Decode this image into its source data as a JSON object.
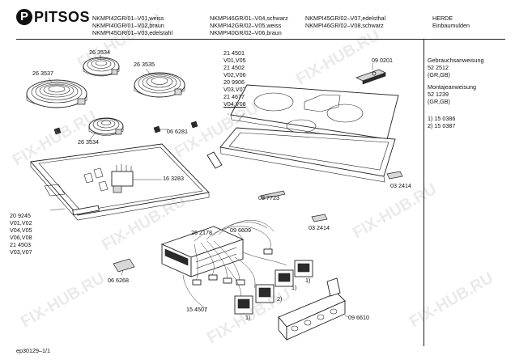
{
  "brand": {
    "name": "PITSOS",
    "mark": "P"
  },
  "header": {
    "models_col1": [
      "NKMPI42GR/01–V01,weiss",
      "NKMPI40GR/01–V02,braun",
      "NKMPI45GR/01–V03,edelstahl"
    ],
    "models_col2": [
      "NKMPI46GR/01–V04,schwarz",
      "NKMPI42GR/02–V05,weiss",
      "NKMPI40GR/02–V06,braun"
    ],
    "models_col3": [
      "NKMPI45GR/02–V07,edelsthal",
      "NKMPI46GR/02–V08,schwarz"
    ],
    "category": [
      "HERDE",
      "Einbaumulden"
    ]
  },
  "notes": [
    "Gebrauchsanweisung",
    "52 2512",
    "(GR,GB)",
    "",
    "Montajeanweisung",
    "52 1239",
    "(GR,GB)",
    "",
    "1) 15 0386",
    "2) 15 0387"
  ],
  "labels": {
    "p263534a": "26 3534",
    "p263537": "26 3537",
    "p263535": "26 3535",
    "p263534b": "26 3534",
    "p066281": "06 6281",
    "p163283": "16 3283",
    "p262178": "26 2178",
    "p096609": "09 6609",
    "p066268": "06 6268",
    "p154507": "15 4507",
    "p096610": "09 6610",
    "p037723": "03 7723",
    "p032414a": "03 2414",
    "p032414b": "03 2414",
    "p090201": "09 0201",
    "fn1a": "1)",
    "fn1b": "1)",
    "fn1c": "1)",
    "fn2": "2)"
  },
  "glass_codes": [
    "21 4501",
    "V01,V05",
    "21 4502",
    "V02,V06",
    "20 9906",
    "V03,V07",
    "21 4677",
    "V04,V08"
  ],
  "frame_codes": [
    "20 9245",
    "V01,V02",
    "V04,V05",
    "V06,V08",
    "21 4503",
    "V03,V07"
  ],
  "footer": {
    "page_id": "ep30129–1/1"
  },
  "watermark": "FIX-HUB.RU"
}
